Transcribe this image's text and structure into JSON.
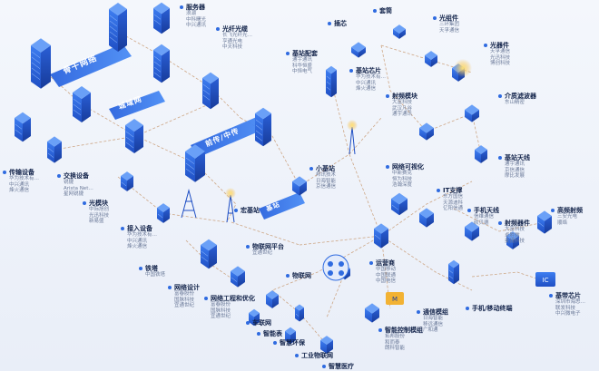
{
  "colors": {
    "primary": "#2f6be0",
    "dark": "#1a3f9e",
    "orange": "#e8853a",
    "line": "#c89a72",
    "gold": "#f2b233"
  },
  "bands": [
    "骨干网络",
    "城域网",
    "前传/中传",
    "基站"
  ],
  "nodes": [
    {
      "key": "server",
      "title": "服务器",
      "subs": [
        "浪潮",
        "中科曙光",
        "中兴通讯"
      ]
    },
    {
      "key": "fiber_cable",
      "title": "光纤光缆",
      "subs": [
        "长飞光纤光…",
        "亨通光电",
        "中天科技"
      ]
    },
    {
      "key": "transport",
      "title": "传输设备",
      "subs": [
        "华为技术有…",
        "中兴通讯",
        "烽火通信"
      ]
    },
    {
      "key": "switch",
      "title": "交换设备",
      "subs": [
        "锐捷",
        "Arista Net…",
        "星网锐捷"
      ]
    },
    {
      "key": "optical_module",
      "title": "光模块",
      "subs": [
        "中际旭创",
        "光迅科技",
        "新易盛"
      ]
    },
    {
      "key": "access",
      "title": "接入设备",
      "subs": [
        "华为技术有…",
        "中兴通讯",
        "烽火通信"
      ]
    },
    {
      "key": "tower",
      "title": "铁塔",
      "subs": [
        "中国铁塔"
      ]
    },
    {
      "key": "network_design",
      "title": "网络设计",
      "subs": [
        "富春股份",
        "国脉科技",
        "宜通世纪"
      ]
    },
    {
      "key": "net_engineering",
      "title": "网络工程和优化",
      "subs": [
        "富春股份",
        "国脉科技",
        "宜通世纪"
      ]
    },
    {
      "key": "macro_station",
      "title": "宏基站",
      "subs": []
    },
    {
      "key": "iot_platform",
      "title": "物联网平台",
      "subs": [
        "宜通世纪"
      ]
    },
    {
      "key": "small_station",
      "title": "小基站",
      "subs": [
        "邦讯技术",
        "日海智能",
        "京信通信"
      ]
    },
    {
      "key": "station_parts",
      "title": "基站配套",
      "subs": [
        "通宇通讯",
        "科华恒盛",
        "中恒电气"
      ]
    },
    {
      "key": "base_chip",
      "title": "基站芯片",
      "subs": [
        "华为技术有…",
        "中兴通讯",
        "烽火通信"
      ]
    },
    {
      "key": "pcb",
      "title": "插芯",
      "subs": []
    },
    {
      "key": "ceramic",
      "title": "套筒",
      "subs": []
    },
    {
      "key": "optical_part",
      "title": "光组件",
      "subs": [
        "三环集团",
        "天孚通信"
      ]
    },
    {
      "key": "optical_device",
      "title": "光器件",
      "subs": [
        "天孚通信",
        "光迅科技",
        "博创科技"
      ]
    },
    {
      "key": "rf_module",
      "title": "射频模块",
      "subs": [
        "大富科技",
        "武汉凡谷",
        "通宇通讯"
      ]
    },
    {
      "key": "dielectric_filter",
      "title": "介质滤波器",
      "subs": [
        "东山精密"
      ]
    },
    {
      "key": "station_antenna",
      "title": "基站天线",
      "subs": [
        "通宇通讯",
        "京信通信",
        "摩比发展"
      ]
    },
    {
      "key": "net_visual",
      "title": "网络可视化",
      "subs": [
        "中新赛克",
        "恒为科技",
        "浩瀚深度"
      ]
    },
    {
      "key": "it_support",
      "title": "IT支撑",
      "subs": [
        "东方国信",
        "天源迪科",
        "亿阳信通"
      ]
    },
    {
      "key": "phone_antenna",
      "title": "手机天线",
      "subs": [
        "信维通信",
        "硕贝德"
      ]
    },
    {
      "key": "rf_device",
      "title": "射频器件",
      "subs": [
        "大富科技",
        "卓胜微",
        "麦捷科技"
      ]
    },
    {
      "key": "hf_rf",
      "title": "高频射频",
      "subs": [
        "三安光电",
        "顺络"
      ]
    },
    {
      "key": "iot_label",
      "title": "物联网",
      "subs": []
    },
    {
      "key": "operator",
      "title": "运营商",
      "subs": [
        "中国移动",
        "中国联通",
        "中国电信"
      ]
    },
    {
      "key": "baseband_chip",
      "title": "基带芯片",
      "subs": [
        "深圳市海思…",
        "联发科技",
        "中兴微电子"
      ]
    },
    {
      "key": "phone_terminal",
      "title": "手机/移动终端",
      "subs": []
    },
    {
      "key": "comm_module",
      "title": "通信模组",
      "subs": [
        "日海智能",
        "移远通信",
        "广和通"
      ]
    },
    {
      "key": "smart_control",
      "title": "智能控制模组",
      "subs": [
        "拓邦股份",
        "和而泰",
        "朗科智能"
      ]
    },
    {
      "key": "vehicle_net",
      "title": "车联网",
      "subs": []
    },
    {
      "key": "smart_energy",
      "title": "智能表",
      "subs": []
    },
    {
      "key": "smart_env",
      "title": "智慧环保",
      "subs": []
    },
    {
      "key": "industrial_iot",
      "title": "工业物联网",
      "subs": []
    },
    {
      "key": "smart_medical",
      "title": "智慧医疗",
      "subs": []
    }
  ]
}
